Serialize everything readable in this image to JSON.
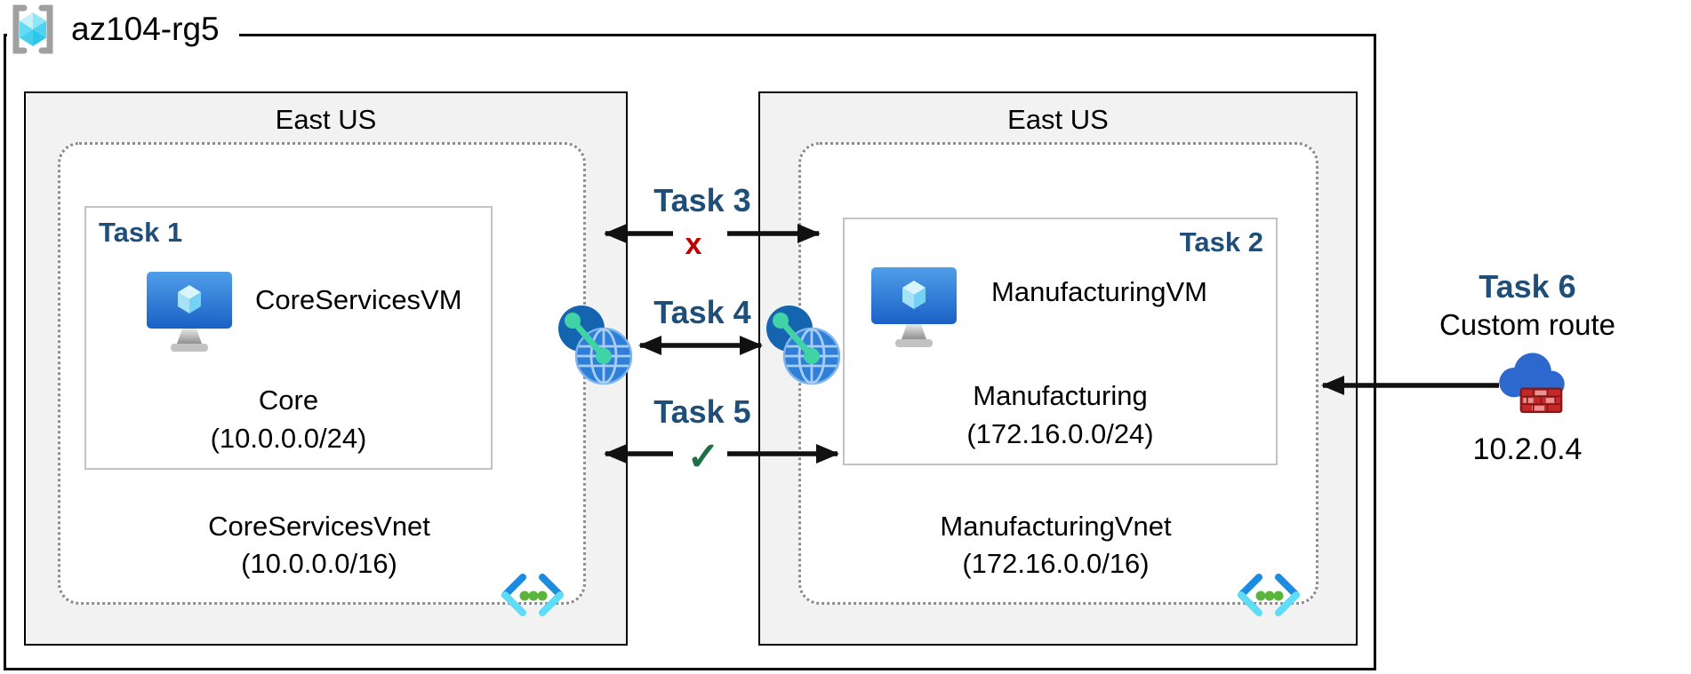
{
  "resource_group": {
    "label": "az104-rg5"
  },
  "left_region": {
    "name": "East US",
    "card": {
      "task": "Task 1",
      "vm_name": "CoreServicesVM",
      "subnet_name": "Core",
      "subnet_cidr": "(10.0.0.0/24)"
    },
    "vnet_name": "CoreServicesVnet",
    "vnet_cidr": "(10.0.0.0/16)"
  },
  "right_region": {
    "name": "East US",
    "card": {
      "task": "Task 2",
      "vm_name": "ManufacturingVM",
      "subnet_name": "Manufacturing",
      "subnet_cidr": "(172.16.0.0/24)"
    },
    "vnet_name": "ManufacturingVnet",
    "vnet_cidr": "(172.16.0.0/16)"
  },
  "connections": {
    "task3": {
      "label": "Task 3",
      "status": "x",
      "status_meaning": "blocked"
    },
    "task4": {
      "label": "Task 4"
    },
    "task5": {
      "label": "Task 5",
      "status": "✓",
      "status_meaning": "allowed"
    }
  },
  "custom_route": {
    "task": "Task 6",
    "title": "Custom route",
    "ip": "10.2.0.4"
  },
  "colors": {
    "task_label": "#1f4e79",
    "blocked_x": "#c00000",
    "allowed_check": "#1e7145",
    "region_fill": "#f2f2f2"
  },
  "icons": {
    "resource_group": "bracketed-cyan-cube",
    "virtual_machine": "blue-monitor-with-cube",
    "virtual_network": "angle-brackets-with-green-dots",
    "peering": "globe-with-link-nodes",
    "custom_route_appliance": "cloud-with-brick-firewall"
  }
}
